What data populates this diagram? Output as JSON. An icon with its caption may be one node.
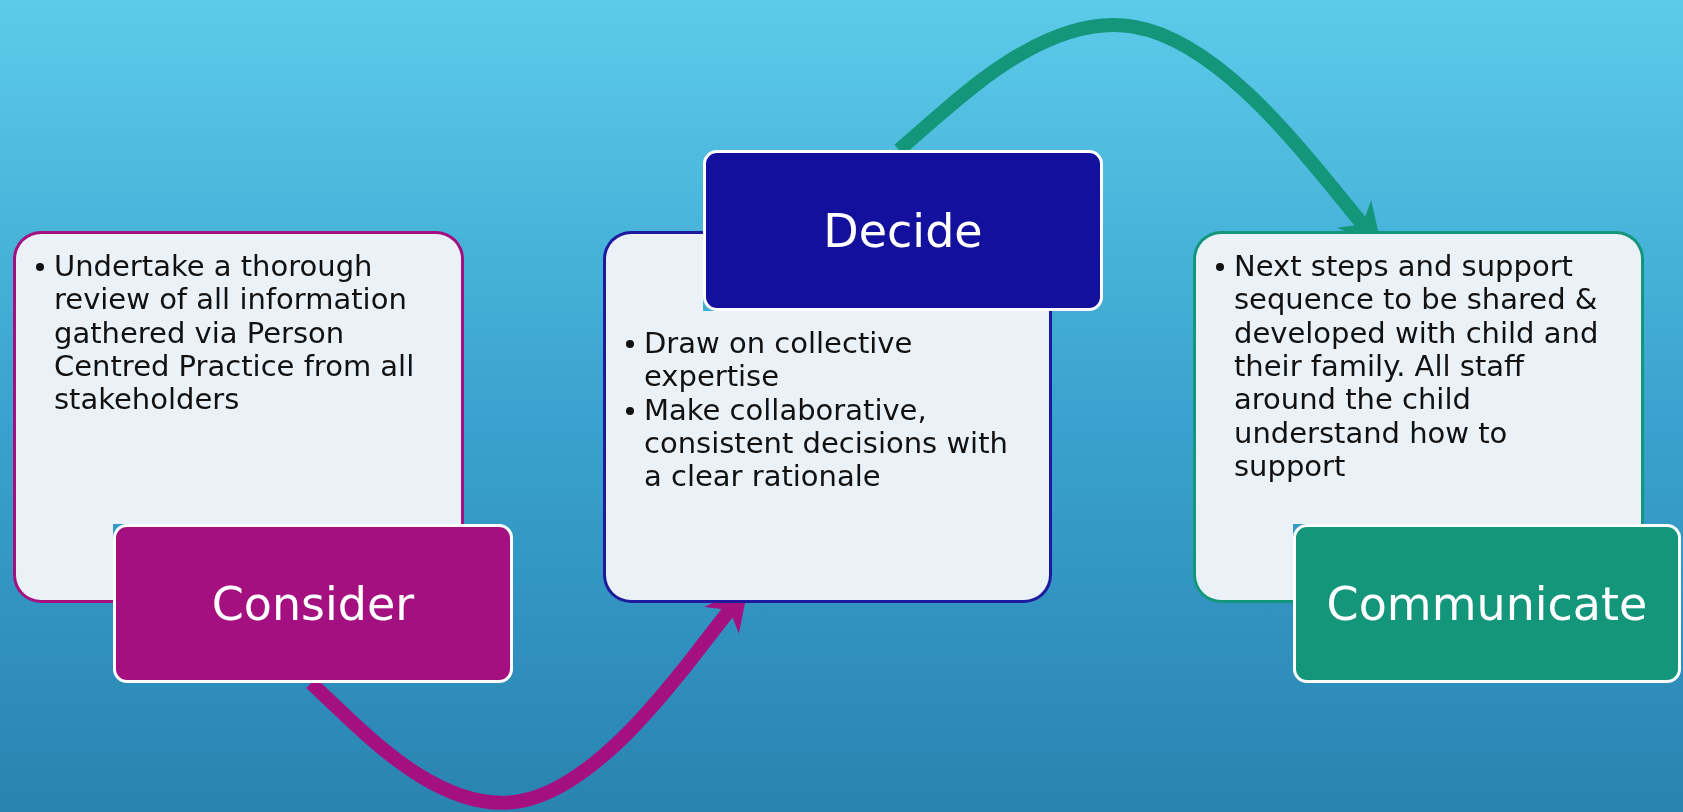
{
  "diagram": {
    "nodes": [
      {
        "text": [
          "Undertake a thorough review of all information gathered via Person Centred Practice from all stakeholders"
        ]
      },
      {
        "text": [
          "Consider"
        ]
      },
      {
        "text": [
          "Draw on collective expertise",
          "Make collaborative, consistent decisions with a clear rationale"
        ]
      },
      {
        "text": [
          "Decide"
        ]
      },
      {
        "text": [
          "Next steps and support sequence to be shared & developed with child and their family. All staff around the child understand how to support"
        ]
      },
      {
        "text": [
          "Communicate"
        ]
      }
    ],
    "edges": [
      {
        "from": 1,
        "to": 2,
        "arrow": "to",
        "color": "#a51080"
      },
      {
        "from": 3,
        "to": 4,
        "arrow": "to",
        "color": "#14967b"
      }
    ]
  }
}
